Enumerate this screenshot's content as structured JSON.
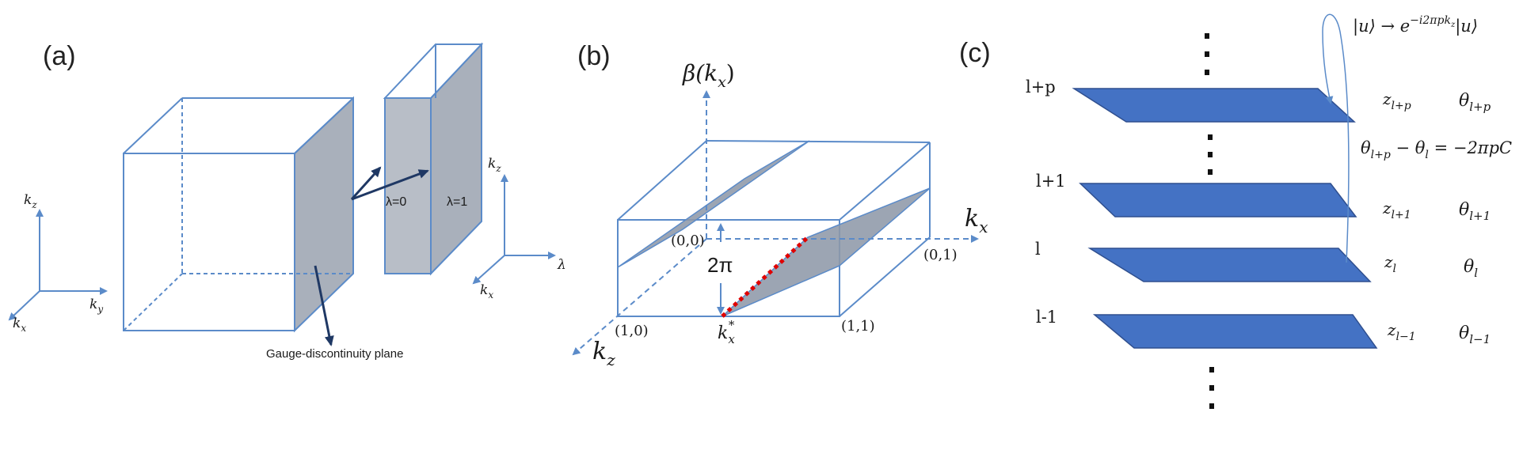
{
  "colors": {
    "edge": "#5B8BC9",
    "arrow_dark": "#1F3864",
    "gray_face": "#A9B0BB",
    "layer_blue": "#4472C4",
    "layer_edge": "#2F4F8F",
    "red_dots": "#E00000"
  },
  "panel_a": {
    "label": "(a)",
    "lambda0": "λ=0",
    "lambda1": "λ=1",
    "plane_caption": "Gauge-discontinuity plane",
    "axis_kz": "k",
    "axis_kz_sub": "z",
    "axis_ky": "k",
    "axis_ky_sub": "y",
    "axis_kx": "k",
    "axis_kx_sub": "x",
    "axis2_kz": "k",
    "axis2_kz_sub": "z",
    "axis2_kx": "k",
    "axis2_kx_sub": "x",
    "axis2_lambda": "λ"
  },
  "panel_b": {
    "label": "(b)",
    "beta_label": "β(k",
    "beta_sub": "x",
    "beta_close": ")",
    "kx_label": "k",
    "kx_sub": "x",
    "kz_label": "k",
    "kz_sub": "z",
    "two_pi": "2π",
    "corner_00": "(0,0)",
    "corner_01": "(0,1)",
    "corner_10": "(1,0)",
    "corner_11": "(1,1)",
    "kstar": "k",
    "kstar_sub": "x",
    "kstar_sup": "*"
  },
  "panel_c": {
    "label": "(c)",
    "gauge_transform": "|u⟩ → e",
    "gauge_exponent": "−i2πpk",
    "gauge_exponent_sub": "z",
    "gauge_ket": "|u⟩",
    "theta_relation": "θ",
    "theta_relation_sub1": "l+p",
    "theta_relation_mid": " − θ",
    "theta_relation_sub2": "l",
    "theta_relation_rhs": " = −2πpC",
    "layers": [
      {
        "name": "l+p",
        "z": "z",
        "z_sub": "l+p",
        "theta": "θ",
        "theta_sub": "l+p"
      },
      {
        "name": "l+1",
        "z": "z",
        "z_sub": "l+1",
        "theta": "θ",
        "theta_sub": "l+1"
      },
      {
        "name": "l",
        "z": "z",
        "z_sub": "l",
        "theta": "θ",
        "theta_sub": "l"
      },
      {
        "name": "l-1",
        "z": "z",
        "z_sub": "l−1",
        "theta": "θ",
        "theta_sub": "l−1"
      }
    ]
  }
}
